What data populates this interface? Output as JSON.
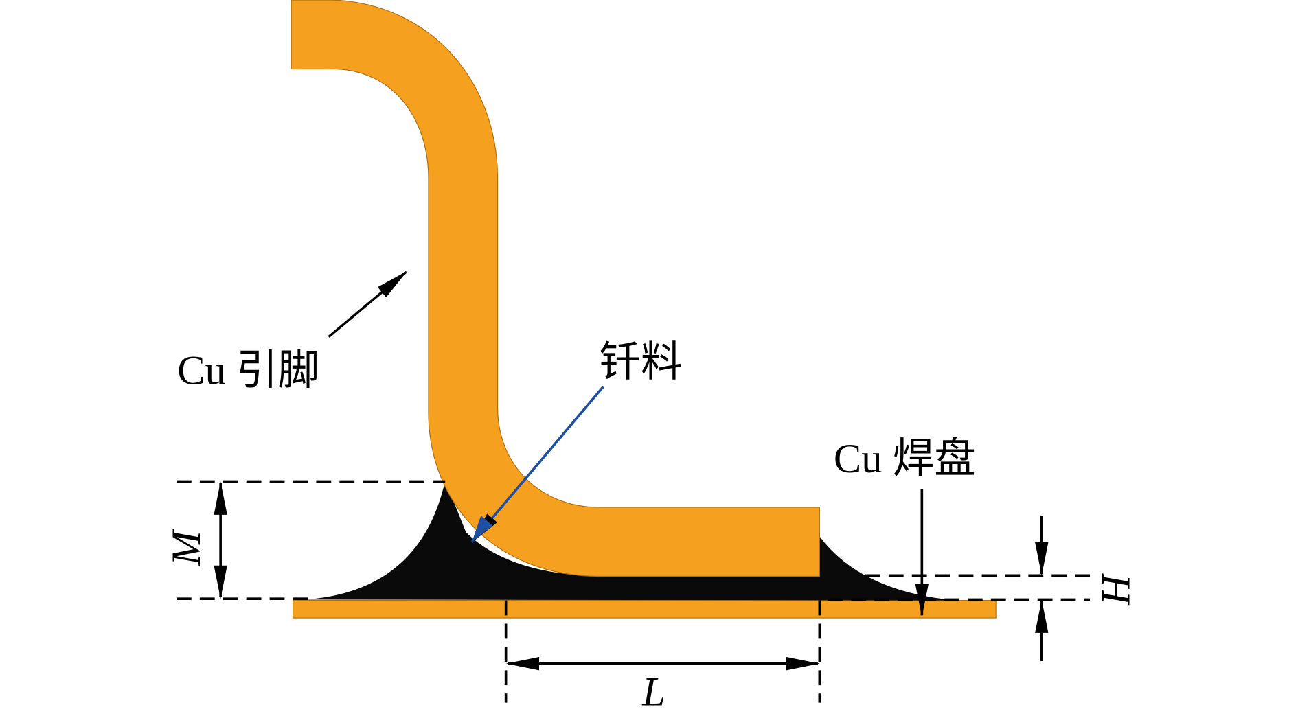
{
  "labels": {
    "lead": "Cu 引脚",
    "solder": "钎料",
    "pad": "Cu 焊盘",
    "M": "M",
    "L": "L",
    "H": "H"
  },
  "colors": {
    "copper": "#F6A01F",
    "solder": "#0A0A0A",
    "solder_arrow": "#1E4FA3"
  }
}
